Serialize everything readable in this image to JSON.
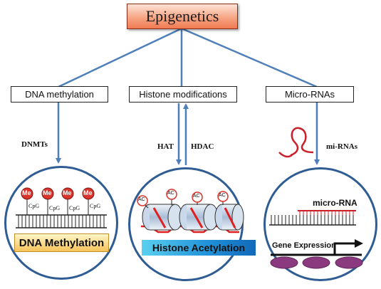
{
  "title": "Epigenetics",
  "categories": {
    "dna": "DNA methylation",
    "histone": "Histone modifications",
    "mirna": "Micro-RNAs"
  },
  "arrow_labels": {
    "dnmts": "DNMTs",
    "hat": "HAT",
    "hdac": "HDAC",
    "mirnas": "mi-RNAs"
  },
  "dna_panel": {
    "marker": "Me",
    "site": "CpG",
    "banner": "DNA Methylation"
  },
  "histone_panel": {
    "marker": "AC",
    "banner": "Histone Acetylation"
  },
  "mirna_panel": {
    "micro_rna_label": "micro-RNA",
    "gene_expression_label": "Gene Expression"
  },
  "colors": {
    "connector": "#4f7fb8",
    "circle_border": "#2f5d93",
    "marker_fill": "#d9332b",
    "mirna_strand": "#cc1f2a",
    "nucleosome_fill": "#8b3a7f"
  }
}
